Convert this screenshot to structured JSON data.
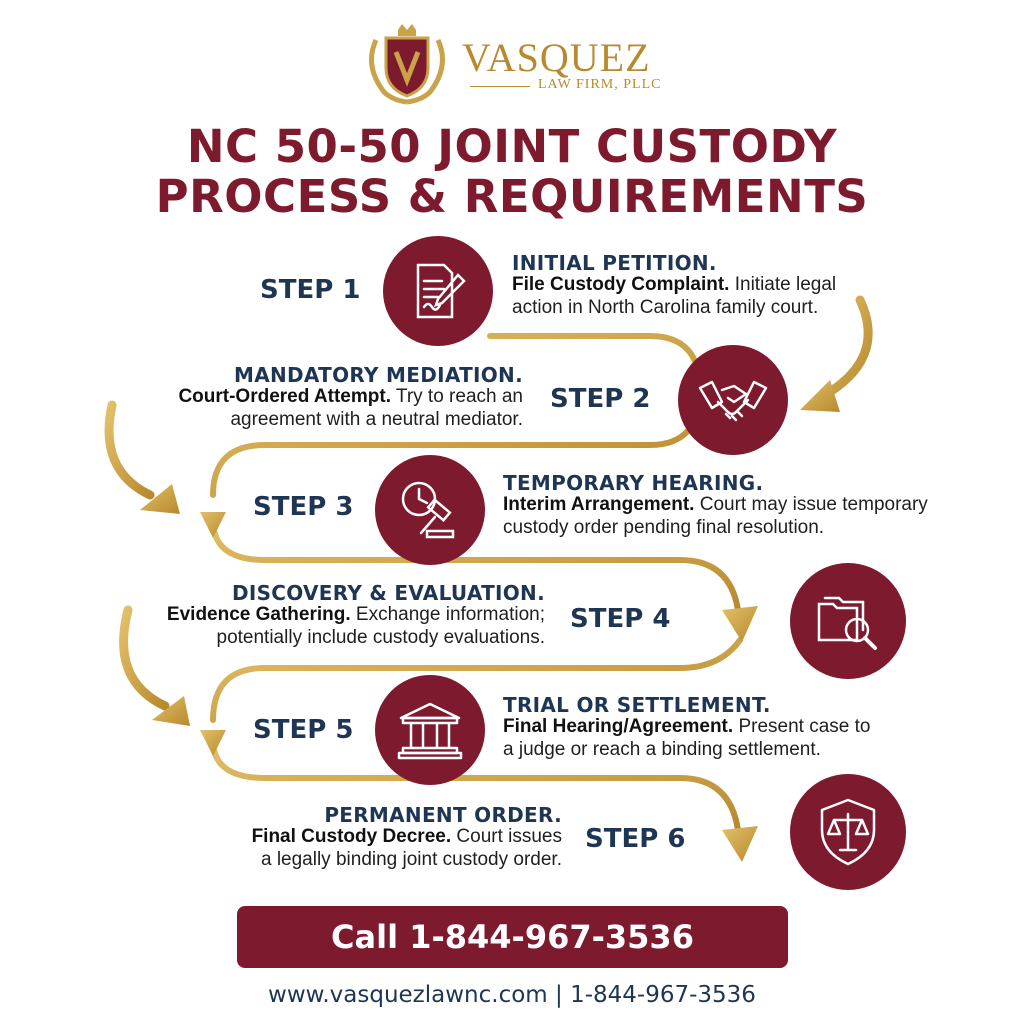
{
  "brand": {
    "name": "VASQUEZ",
    "subtitle": "LAW FIRM, PLLC",
    "logo_icon": "crest-shield-icon"
  },
  "title": {
    "line1": "NC 50-50 JOINT CUSTODY",
    "line2": "PROCESS & REQUIREMENTS"
  },
  "steps": [
    {
      "label": "STEP 1",
      "title": "INITIAL PETITION.",
      "bold": "File Custody Complaint.",
      "desc": " Initiate legal action in North Carolina family court.",
      "icon": "document-pen-icon"
    },
    {
      "label": "STEP 2",
      "title": "MANDATORY MEDIATION.",
      "bold": "Court-Ordered Attempt.",
      "desc": " Try to reach an agreement with a neutral mediator.",
      "icon": "handshake-icon"
    },
    {
      "label": "STEP 3",
      "title": "TEMPORARY HEARING.",
      "bold": "Interim Arrangement.",
      "desc": " Court may issue temporary custody order pending final resolution.",
      "icon": "clock-gavel-icon"
    },
    {
      "label": "STEP 4",
      "title": "DISCOVERY & EVALUATION.",
      "bold": "Evidence Gathering.",
      "desc": " Exchange information; potentially include custody evaluations.",
      "icon": "folder-magnifier-icon"
    },
    {
      "label": "STEP 5",
      "title": "TRIAL OR SETTLEMENT.",
      "bold": "Final Hearing/Agreement.",
      "desc": " Present case to a judge or reach a binding settlement.",
      "icon": "courthouse-icon"
    },
    {
      "label": "STEP 6",
      "title": "PERMANENT ORDER.",
      "bold": "Final Custody Decree.",
      "desc": " Court issues a legally binding joint custody order.",
      "icon": "shield-scales-icon"
    }
  ],
  "cta": {
    "label": "Call 1-844-967-3536"
  },
  "footer": {
    "text": "www.vasquezlawnc.com | 1-844-967-3536"
  },
  "colors": {
    "maroon": "#7d1a2d",
    "gold": "#c9a24a",
    "navy": "#1e3553"
  }
}
